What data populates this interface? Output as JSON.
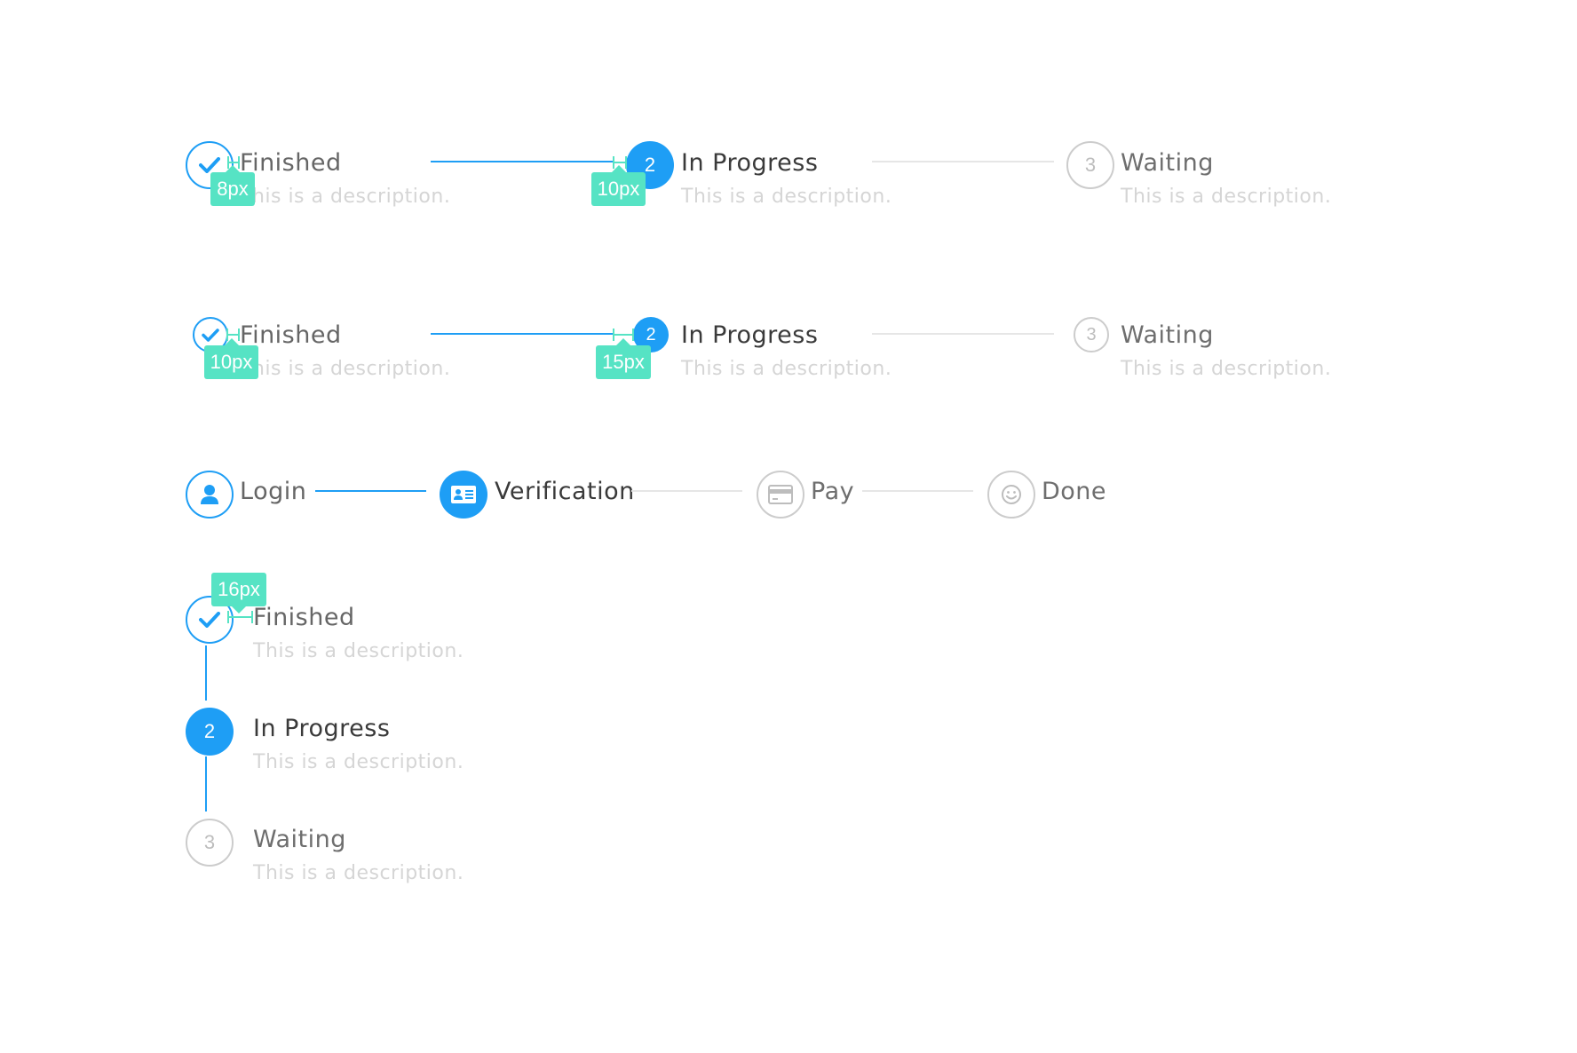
{
  "colors": {
    "primary": "#1e9ef5",
    "wait_border": "#cccccc",
    "line_inactive": "#e6e6e6",
    "description": "#d5d5d5",
    "annotation": "#56e3c4"
  },
  "steps_default": {
    "items": [
      {
        "status": "finish",
        "icon": "check-icon",
        "title": "Finished",
        "description": "This is a description."
      },
      {
        "status": "process",
        "number": "2",
        "title": "In Progress",
        "description": "This is a description."
      },
      {
        "status": "wait",
        "number": "3",
        "title": "Waiting",
        "description": "This is a description."
      }
    ],
    "annotations": [
      "8px",
      "10px"
    ]
  },
  "steps_small": {
    "items": [
      {
        "status": "finish",
        "icon": "check-icon",
        "title": "Finished",
        "description": "This is a description."
      },
      {
        "status": "process",
        "number": "2",
        "title": "In Progress",
        "description": "This is a description."
      },
      {
        "status": "wait",
        "number": "3",
        "title": "Waiting",
        "description": "This is a description."
      }
    ],
    "annotations": [
      "10px",
      "15px"
    ]
  },
  "steps_icon": {
    "items": [
      {
        "status": "finish",
        "icon": "user-icon",
        "title": "Login"
      },
      {
        "status": "process",
        "icon": "id-card-icon",
        "title": "Verification"
      },
      {
        "status": "wait",
        "icon": "credit-card-icon",
        "title": "Pay"
      },
      {
        "status": "wait",
        "icon": "smile-icon",
        "title": "Done"
      }
    ]
  },
  "steps_vertical": {
    "items": [
      {
        "status": "finish",
        "icon": "check-icon",
        "title": "Finished",
        "description": "This is a description."
      },
      {
        "status": "process",
        "number": "2",
        "title": "In Progress",
        "description": "This is a description."
      },
      {
        "status": "wait",
        "number": "3",
        "title": "Waiting",
        "description": "This is a description."
      }
    ],
    "annotations": [
      "16px"
    ]
  }
}
